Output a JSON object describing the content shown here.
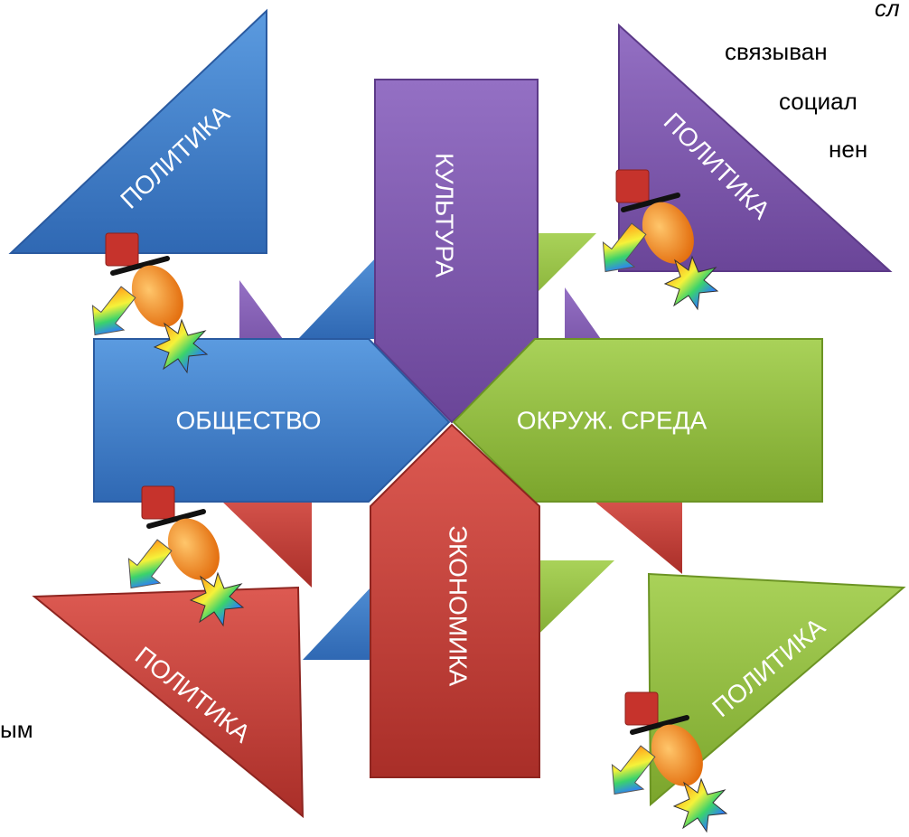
{
  "center": {
    "top": "КУЛЬТУРА",
    "left": "ОБЩЕСТВО",
    "right": "ОКРУЖ. СРЕДА",
    "bottom": "ЭКОНОМИКА"
  },
  "corners": {
    "top_left": "ПОЛИТИКА",
    "top_right": "ПОЛИТИКА",
    "bottom_left": "ПОЛИТИКА",
    "bottom_right": "ПОЛИТИКА"
  },
  "side_text": {
    "line1": "сл",
    "line2": "связыван",
    "line3": "социал",
    "line4": "нен",
    "bottom_left": "ым"
  },
  "colors": {
    "blue": "#3f7fcc",
    "purple": "#7f59b0",
    "green": "#93c13d",
    "red": "#c8403a",
    "figure_square": "#c6332c",
    "figure_oval": "#f08a1e"
  },
  "icons": [
    "rainbow-arrow-icon",
    "rainbow-star-icon"
  ]
}
